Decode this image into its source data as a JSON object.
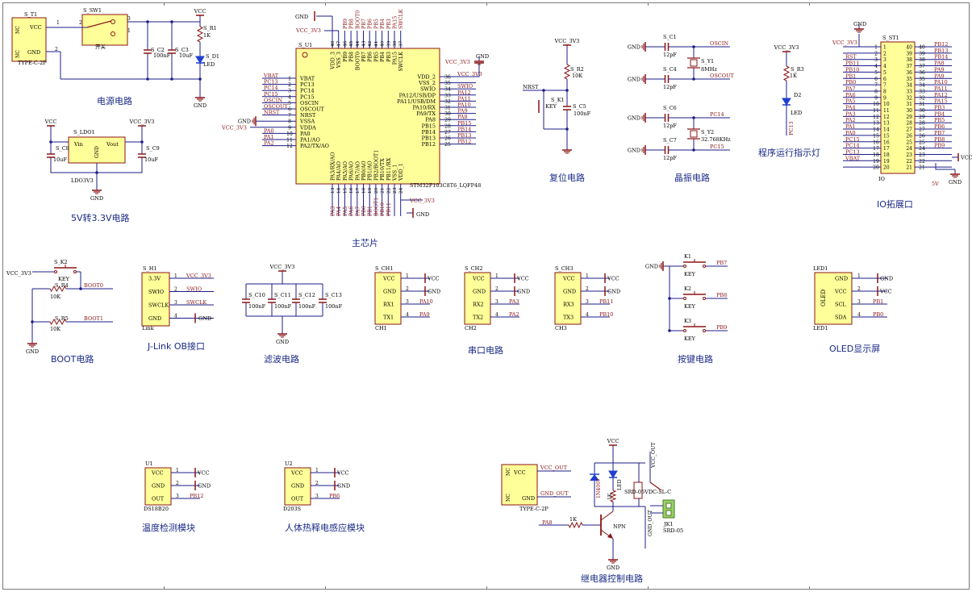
{
  "colors": {
    "wire": "#1c1c8a",
    "component": "#8a1414",
    "chip_fill": "#ffff99",
    "chip_border": "#8a1414",
    "net_label": "#8a1414",
    "title": "#1b2a86",
    "led": "#1f3fd1",
    "border": "#7a7a7a",
    "connector": "#9ad068"
  },
  "section_titles": {
    "power": "电源电路",
    "ldo": "5V转3.3V电路",
    "mcu": "主芯片",
    "reset": "复位电路",
    "crystal": "晶振电路",
    "led_indicator": "程序运行指示灯",
    "io_ext": "IO拓展口",
    "boot": "BOOT电路",
    "jlink": "J-Link OB接口",
    "filter": "滤波电路",
    "uart": "串口电路",
    "keys": "按键电路",
    "oled": "OLED显示屏",
    "temp": "温度检测模块",
    "pir": "人体热释电感应模块",
    "relay": "继电器控制电路"
  },
  "power": {
    "usb_ref": "S_T1",
    "usb_pins": [
      "VCC",
      "GND",
      "NC",
      "NC"
    ],
    "usb_name": "TYPE-C-2P",
    "switch_ref": "S_SW1",
    "switch_name": "开关",
    "c2_ref": "S_C2",
    "c2_val": "100nF",
    "c3_ref": "S_C3",
    "c3_val": "10uF",
    "r1_ref": "S_R1",
    "r1_val": "1K",
    "d1_ref": "S_D1",
    "d1_name": "LED",
    "vcc": "VCC",
    "gnd": "GND"
  },
  "ldo": {
    "ref": "S_LDO1",
    "vin": "Vin",
    "vout": "Vout",
    "gndp": "GND",
    "name": "LDO3V3",
    "c8_ref": "S_C8",
    "c8_val": "10uF",
    "c9_ref": "S_C9",
    "c9_val": "10uF",
    "vcc": "VCC",
    "vcc3v3": "VCC_3V3",
    "gnd": "GND"
  },
  "mcu": {
    "ref": "S_U1",
    "part": "STM32F103C8T6_LQFP48",
    "left_pins": [
      {
        "num": "1",
        "name": "VBAT",
        "net": "VBAT"
      },
      {
        "num": "2",
        "name": "PC13",
        "net": "PC13"
      },
      {
        "num": "3",
        "name": "PC14",
        "net": "PC14"
      },
      {
        "num": "4",
        "name": "PC15",
        "net": "PC15"
      },
      {
        "num": "5",
        "name": "OSCIN",
        "net": "OSCIN"
      },
      {
        "num": "6",
        "name": "OSCOUT",
        "net": "OSCOUT"
      },
      {
        "num": "7",
        "name": "NRST",
        "net": "NRST"
      },
      {
        "num": "8",
        "name": "VSSA",
        "net": "GND"
      },
      {
        "num": "9",
        "name": "VDDA",
        "net": "VCC_3V3"
      },
      {
        "num": "10",
        "name": "PA0",
        "net": "PA0"
      },
      {
        "num": "11",
        "name": "PA1/AO",
        "net": "PA1"
      },
      {
        "num": "12",
        "name": "PA2/TX/AO",
        "net": "PA2"
      }
    ],
    "right_pins": [
      {
        "num": "36",
        "name": "VDD_2",
        "net": "VCC_3V3"
      },
      {
        "num": "35",
        "name": "VSS_2",
        "net": ""
      },
      {
        "num": "34",
        "name": "SWIO",
        "net": "SWIO"
      },
      {
        "num": "33",
        "name": "PA12/USB/DP",
        "net": "PA12"
      },
      {
        "num": "32",
        "name": "PA11/USB/DM",
        "net": "PA11"
      },
      {
        "num": "31",
        "name": "PA10/RX",
        "net": "PA10"
      },
      {
        "num": "30",
        "name": "PA9/TX",
        "net": "PA9"
      },
      {
        "num": "29",
        "name": "PA8",
        "net": "PA8"
      },
      {
        "num": "28",
        "name": "PB15",
        "net": "PB15"
      },
      {
        "num": "27",
        "name": "PB14",
        "net": "PB14"
      },
      {
        "num": "26",
        "name": "PB13",
        "net": "PB13"
      },
      {
        "num": "25",
        "name": "PB12",
        "net": "PB12"
      }
    ],
    "top_pins": [
      {
        "num": "48",
        "name": "VDD_3",
        "net": ""
      },
      {
        "num": "47",
        "name": "VSS_3",
        "net": ""
      },
      {
        "num": "46",
        "name": "PB9",
        "net": "PB9"
      },
      {
        "num": "45",
        "name": "PB8",
        "net": "PB8"
      },
      {
        "num": "44",
        "name": "BOOT0",
        "net": "BOOT0"
      },
      {
        "num": "43",
        "name": "PB7",
        "net": "PB7"
      },
      {
        "num": "42",
        "name": "PB6",
        "net": "PB6"
      },
      {
        "num": "41",
        "name": "PB5",
        "net": "PB5"
      },
      {
        "num": "40",
        "name": "PB4",
        "net": "PB4"
      },
      {
        "num": "39",
        "name": "PB3",
        "net": "PB3"
      },
      {
        "num": "38",
        "name": "PA15",
        "net": "PA15"
      },
      {
        "num": "37",
        "name": "SWCLK",
        "net": "SWCLK"
      }
    ],
    "bottom_pins": [
      {
        "num": "13",
        "name": "PA3/RX/AO",
        "net": "PA3"
      },
      {
        "num": "14",
        "name": "PA4/AO",
        "net": "PA4"
      },
      {
        "num": "15",
        "name": "PA5/AO",
        "net": "PA5"
      },
      {
        "num": "16",
        "name": "PA6/AO",
        "net": "PA6"
      },
      {
        "num": "17",
        "name": "PA7/AO",
        "net": "PA7"
      },
      {
        "num": "18",
        "name": "PB0/AO",
        "net": "PB0"
      },
      {
        "num": "19",
        "name": "PB1/AO",
        "net": "PB1"
      },
      {
        "num": "20",
        "name": "PB2/BOOT1",
        "net": "BOOT1"
      },
      {
        "num": "21",
        "name": "PB10/TX",
        "net": "PB10"
      },
      {
        "num": "22",
        "name": "PB11/RX",
        "net": "PB11"
      },
      {
        "num": "23",
        "name": "VSS_1",
        "net": ""
      },
      {
        "num": "24",
        "name": "VDD_1",
        "net": ""
      }
    ],
    "gnd": "GND",
    "vcc3v3": "VCC_3V3"
  },
  "reset": {
    "vcc3v3": "VCC_3V3",
    "r2_ref": "S_R2",
    "r2_val": "10K",
    "nrst": "NRST",
    "k1_ref": "S_K1",
    "k1_name": "KEY",
    "c5_ref": "S_C5",
    "c5_val": "100nF",
    "gnd": "GND"
  },
  "crystal": {
    "c1_ref": "S_C1",
    "c1_val": "12pF",
    "c4_ref": "S_C4",
    "c4_val": "12pF",
    "c6_ref": "S_C6",
    "c6_val": "12pF",
    "c7_ref": "S_C7",
    "c7_val": "12pF",
    "y1_ref": "S_Y1",
    "y1_val": "8MHz",
    "y2_ref": "S_Y2",
    "y2_val": "32.768KHz",
    "oscin": "OSCIN",
    "oscout": "OSCOUT",
    "pc14": "PC14",
    "pc15": "PC15",
    "gnd": "GND"
  },
  "led_indicator": {
    "vcc3v3": "VCC_3V3",
    "r3_ref": "S_R3",
    "r3_val": "1K",
    "d2_ref": "D2",
    "d2_name": "LED",
    "net": "PC13"
  },
  "io_ext": {
    "ref": "S_ST1",
    "name": "IO",
    "gnd": "GND",
    "left": [
      {
        "net": "VCC_3V3",
        "pin": "1"
      },
      {
        "net": "",
        "pin": "2"
      },
      {
        "net": "RST",
        "pin": "3"
      },
      {
        "net": "PB11",
        "pin": "4"
      },
      {
        "net": "PB10",
        "pin": "5"
      },
      {
        "net": "PB1",
        "pin": "6"
      },
      {
        "net": "PB0",
        "pin": "7"
      },
      {
        "net": "PA7",
        "pin": "8"
      },
      {
        "net": "PA6",
        "pin": "9"
      },
      {
        "net": "PA5",
        "pin": "10"
      },
      {
        "net": "PA4",
        "pin": "11"
      },
      {
        "net": "PA3",
        "pin": "12"
      },
      {
        "net": "PA2",
        "pin": "13"
      },
      {
        "net": "PA1",
        "pin": "14"
      },
      {
        "net": "PA0",
        "pin": "15"
      },
      {
        "net": "PC15",
        "pin": "16"
      },
      {
        "net": "PC14",
        "pin": "17"
      },
      {
        "net": "PC13",
        "pin": "18"
      },
      {
        "net": "VBAT",
        "pin": "19"
      },
      {
        "net": "",
        "pin": "20"
      }
    ],
    "right": [
      {
        "net": "PB12",
        "pin": "40"
      },
      {
        "net": "PB13",
        "pin": "39"
      },
      {
        "net": "PB14",
        "pin": "38"
      },
      {
        "net": "PA8",
        "pin": "37"
      },
      {
        "net": "PA9",
        "pin": "36"
      },
      {
        "net": "PA9",
        "pin": "35"
      },
      {
        "net": "PA10",
        "pin": "34"
      },
      {
        "net": "PA11",
        "pin": "33"
      },
      {
        "net": "PA12",
        "pin": "32"
      },
      {
        "net": "PA15",
        "pin": "31"
      },
      {
        "net": "PB3",
        "pin": "30"
      },
      {
        "net": "PB4",
        "pin": "29"
      },
      {
        "net": "PB5",
        "pin": "28"
      },
      {
        "net": "PB6",
        "pin": "27"
      },
      {
        "net": "PB7",
        "pin": "26"
      },
      {
        "net": "PB8",
        "pin": "25"
      },
      {
        "net": "PB9",
        "pin": "24"
      },
      {
        "net": "",
        "pin": "23"
      },
      {
        "net": "",
        "pin": "22"
      },
      {
        "net": "",
        "pin": "21"
      }
    ],
    "vcc": "VCC",
    "v5": "5V"
  },
  "boot": {
    "vcc3v3": "VCC_3V3",
    "k2_ref": "S_K2",
    "k2_name": "KEY",
    "r4_ref": "S_R4",
    "r4_val": "10K",
    "r5_ref": "S_R5",
    "r5_val": "10K",
    "boot0": "BOOT0",
    "boot1": "BOOT1",
    "gnd": "GND"
  },
  "jlink": {
    "ref": "S_H1",
    "name": "Link",
    "pins": [
      {
        "name": "3.3V",
        "num": "1",
        "net": "VCC_3V3"
      },
      {
        "name": "SWIO",
        "num": "2",
        "net": "SWIO"
      },
      {
        "name": "SWCLK",
        "num": "3",
        "net": "SWCLK"
      },
      {
        "name": "GND",
        "num": "4",
        "net": "GND"
      }
    ]
  },
  "filter": {
    "vcc3v3": "VCC_3V3",
    "caps": [
      {
        "ref": "S_C10",
        "val": "100nF"
      },
      {
        "ref": "S_C11",
        "val": "100nF"
      },
      {
        "ref": "S_C12",
        "val": "100nF"
      },
      {
        "ref": "S_C13",
        "val": "100nF"
      }
    ],
    "gnd": "GND"
  },
  "uart": [
    {
      "ref": "S_CH1",
      "name": "CH1",
      "pins": [
        {
          "name": "VCC",
          "num": "1",
          "net": "VCC"
        },
        {
          "name": "GND",
          "num": "2",
          "net": "GND"
        },
        {
          "name": "RX1",
          "num": "3",
          "net": "PA10"
        },
        {
          "name": "TX1",
          "num": "4",
          "net": "PA9"
        }
      ]
    },
    {
      "ref": "S_CH2",
      "name": "CH2",
      "pins": [
        {
          "name": "VCC",
          "num": "1",
          "net": "VCC"
        },
        {
          "name": "GND",
          "num": "2",
          "net": "GND"
        },
        {
          "name": "RX2",
          "num": "3",
          "net": "PA3"
        },
        {
          "name": "TX2",
          "num": "4",
          "net": "PA2"
        }
      ]
    },
    {
      "ref": "S_CH3",
      "name": "CH3",
      "pins": [
        {
          "name": "VCC",
          "num": "1",
          "net": "VCC"
        },
        {
          "name": "GND",
          "num": "2",
          "net": "GND"
        },
        {
          "name": "RX3",
          "num": "3",
          "net": "PB11"
        },
        {
          "name": "TX3",
          "num": "4",
          "net": "PB10"
        }
      ]
    }
  ],
  "keys": {
    "gnd": "GND",
    "items": [
      {
        "ref": "K1",
        "name": "KEY",
        "net": "PB7"
      },
      {
        "ref": "K2",
        "name": "KEY",
        "net": "PB8"
      },
      {
        "ref": "K3",
        "name": "KEY",
        "net": "PB9"
      }
    ]
  },
  "oled": {
    "ref": "LED1",
    "name": "LED1",
    "body": "OLED",
    "pins": [
      {
        "name": "GND",
        "num": "1",
        "net": "GND"
      },
      {
        "name": "VCC",
        "num": "2",
        "net": "VCC"
      },
      {
        "name": "SCL",
        "num": "3",
        "net": "PB1"
      },
      {
        "name": "SDA",
        "num": "4",
        "net": "PB0"
      }
    ]
  },
  "temp": {
    "ref": "U1",
    "name": "DS18B20",
    "pins": [
      {
        "name": "VCC",
        "num": "1",
        "net": "VCC"
      },
      {
        "name": "GND",
        "num": "2",
        "net": "GND"
      },
      {
        "name": "OUT",
        "num": "3",
        "net": "PB12"
      }
    ]
  },
  "pir": {
    "ref": "U2",
    "name": "D203S",
    "pins": [
      {
        "name": "VCC",
        "num": "1",
        "net": "VCC"
      },
      {
        "name": "GND",
        "num": "2",
        "net": "GND"
      },
      {
        "name": "OUT",
        "num": "3",
        "net": "PB6"
      }
    ]
  },
  "relay": {
    "vcc": "VCC",
    "conn_pins": [
      "VCC",
      "GND",
      "NC",
      "NC"
    ],
    "conn_name": "TYPE-C-2P",
    "vcc_out": "VCC_OUT",
    "gnd_out": "GND_OUT",
    "diode": "1N4007",
    "led": "LED",
    "r_1k_a": "1K",
    "relay_name": "SRD-05VDC-SL-C",
    "jk_ref": "JK1",
    "jk_name": "SRD-05",
    "pa8": "PA8",
    "r_1k_b": "1K",
    "npn": "NPN",
    "gnd": "GND"
  }
}
